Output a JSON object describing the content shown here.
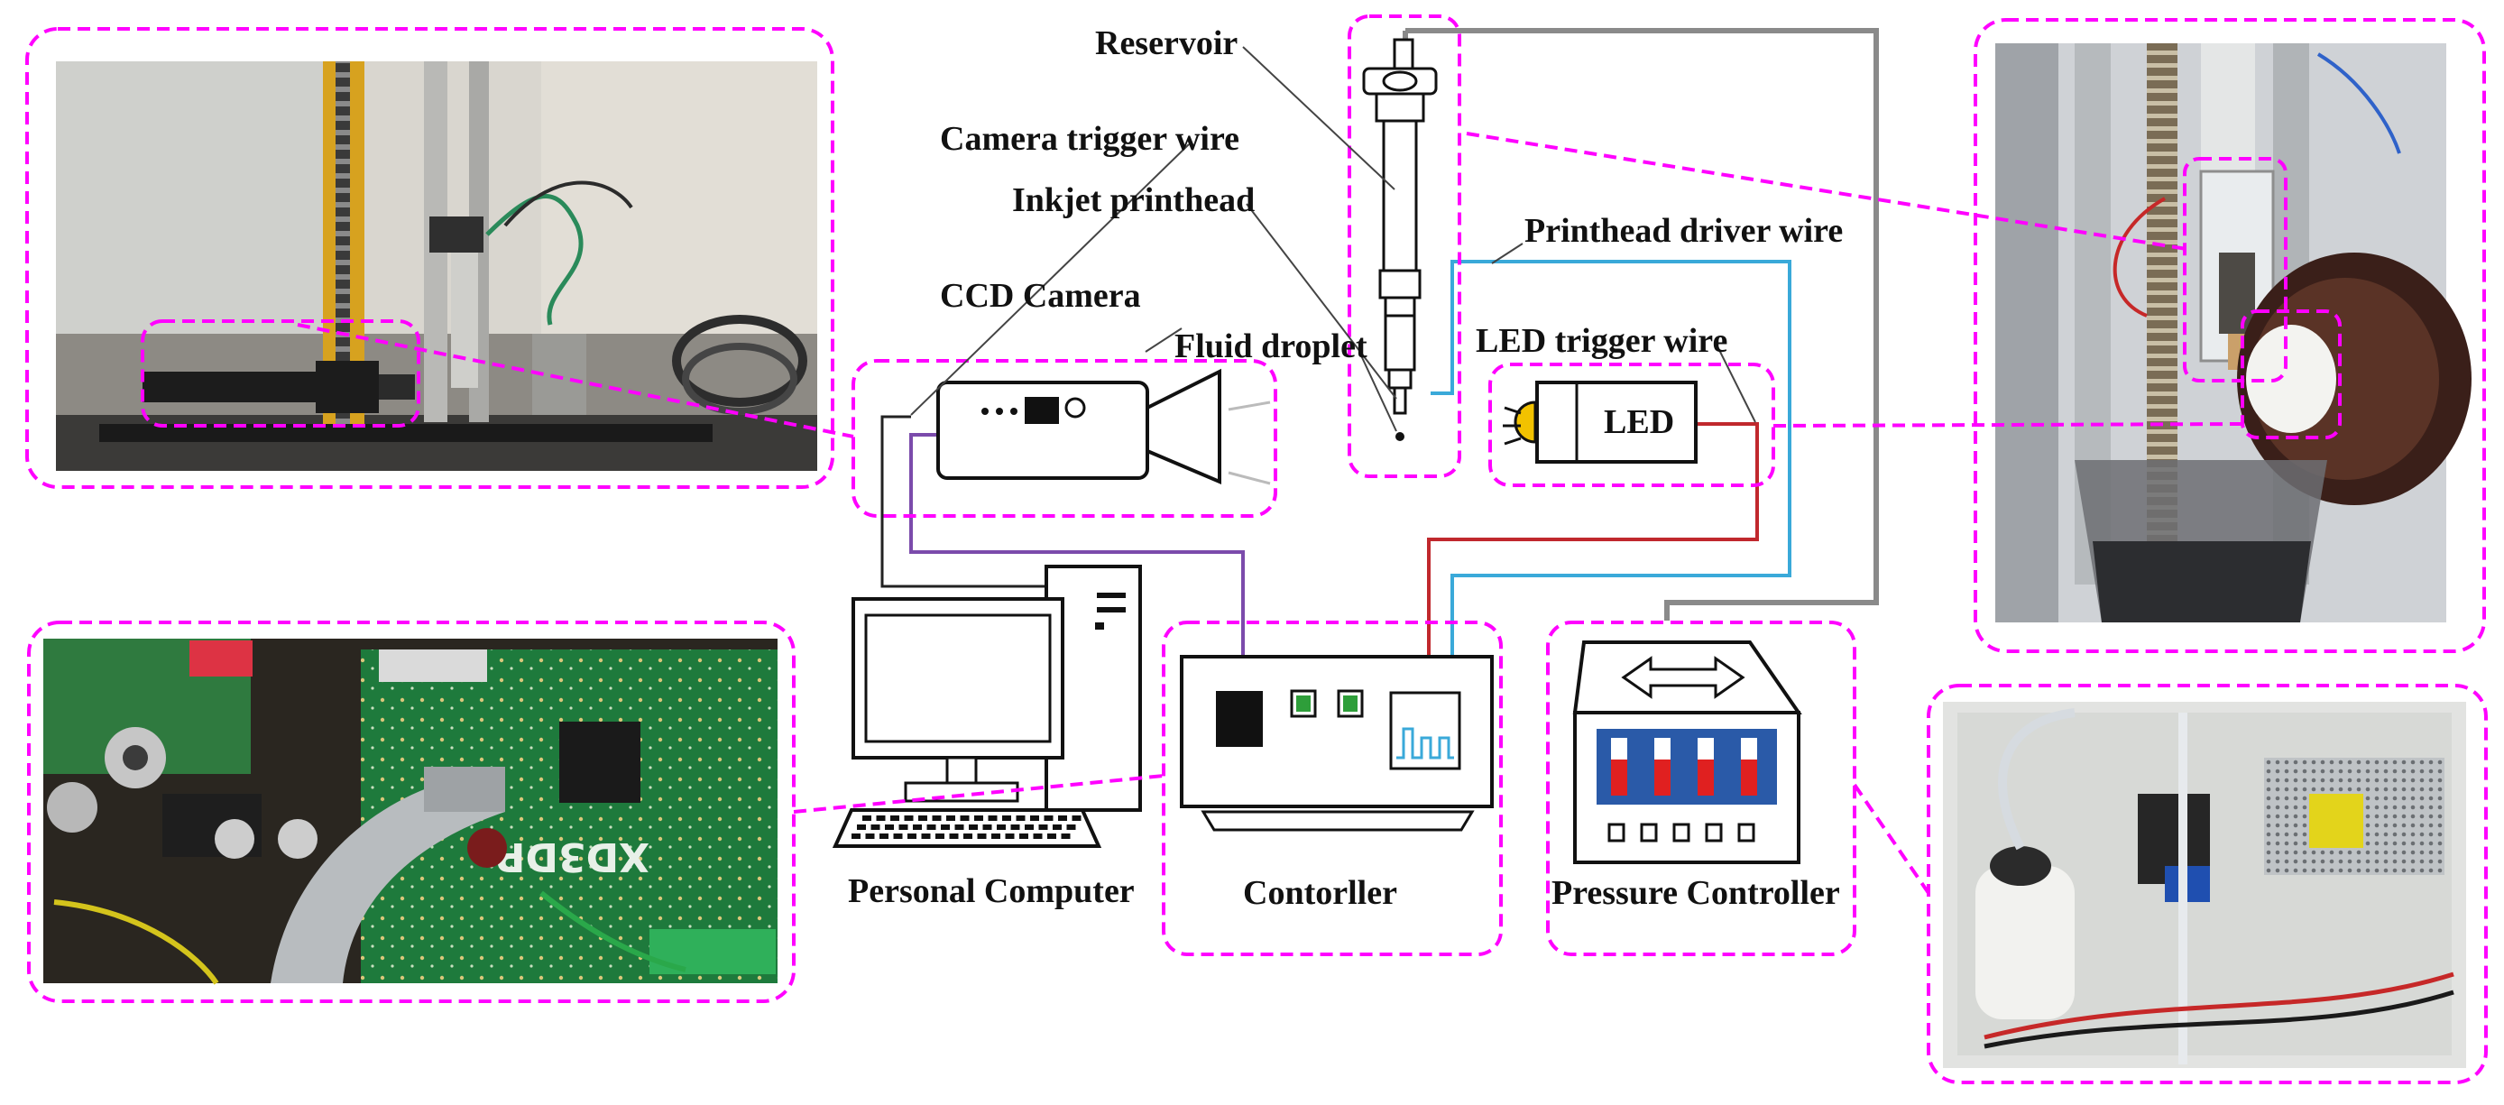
{
  "labels": {
    "reservoir": "Reservoir",
    "camera_trigger_wire": "Camera trigger wire",
    "inkjet_printhead": "Inkjet printhead",
    "printhead_driver_wire": "Printhead driver wire",
    "ccd_camera": "CCD Camera",
    "fluid_droplet": "Fluid droplet",
    "led_trigger_wire": "LED trigger wire",
    "led": "LED",
    "personal_computer": "Personal Computer",
    "controller": "Contorller",
    "pressure_controller": "Pressure Controller"
  },
  "colors": {
    "highlight_dash": "#ff00ff",
    "camera_wire": "#7b4bab",
    "printhead_driver_wire": "#3aa9d9",
    "led_wire": "#c0282d",
    "pressure_line": "#8a8a8a",
    "led_bulb": "#f2c200",
    "slider_red": "#e02020",
    "gauge_panel": "#2a5aa8"
  },
  "photos": [
    {
      "name": "photo-experimental-rig",
      "description_icon": "camera-rig-photo"
    },
    {
      "name": "photo-control-board",
      "description_icon": "circuit-board-photo"
    },
    {
      "name": "photo-printhead-closeup",
      "description_icon": "printhead-photo"
    },
    {
      "name": "photo-pressure-box",
      "description_icon": "pressure-box-photo"
    }
  ]
}
